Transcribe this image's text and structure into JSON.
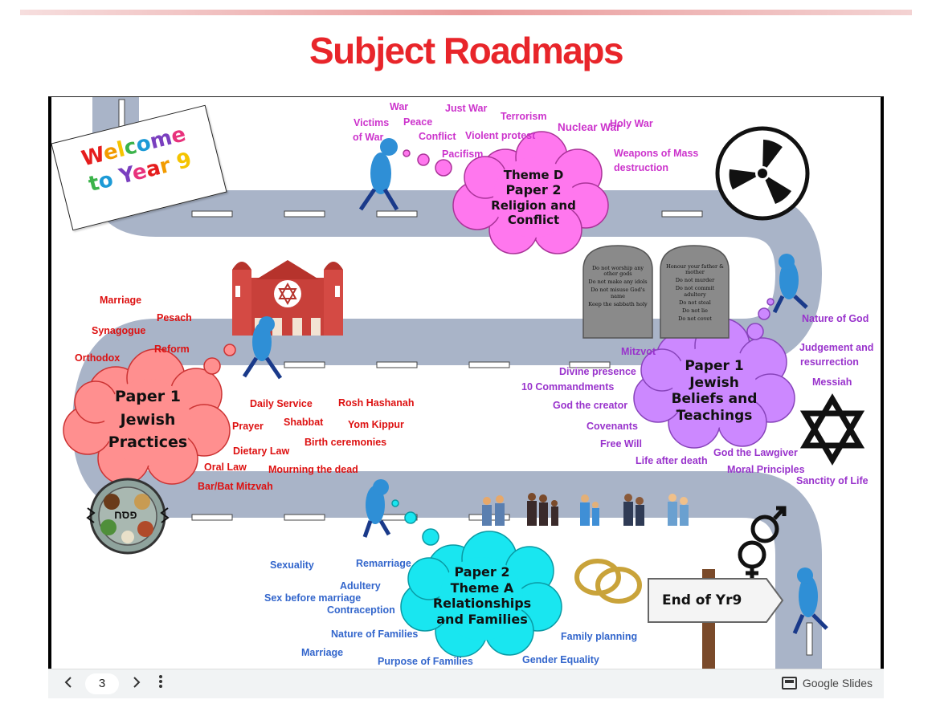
{
  "page": {
    "title": "Subject Roadmaps"
  },
  "welcome_sign": {
    "line1": "Welcome",
    "line2": "to Year 9"
  },
  "clouds": {
    "theme_d": [
      "Theme D",
      "Paper 2",
      "Religion and",
      "Conflict"
    ],
    "beliefs": [
      "Paper 1",
      "Jewish",
      "Beliefs and",
      "Teachings"
    ],
    "practices": [
      "Paper 1",
      "Jewish",
      "Practices"
    ],
    "theme_a": [
      "Paper 2",
      "Theme A",
      "Relationships",
      "and Families"
    ]
  },
  "end_sign": {
    "label": "End of Yr9"
  },
  "commandments": {
    "left": [
      "Do not worship any other gods",
      "Do not make any idols",
      "Do not misuse God's name",
      "Keep the sabbath holy"
    ],
    "right": [
      "Honour your father & mother",
      "Do not murder",
      "Do not commit adultery",
      "Do not steal",
      "Do not lie",
      "Do not covet"
    ]
  },
  "passover_plate_text": "פסח",
  "conflict_terms": {
    "war": "War",
    "just_war": "Just War",
    "victims": "Victims",
    "victims2": "of War",
    "peace": "Peace",
    "terrorism": "Terrorism",
    "conflict": "Conflict",
    "violent_protest": "Violent protest",
    "nuclear_war": "Nuclear War",
    "holy_war": "Holy War",
    "pacifism": "Pacifism",
    "wmd1": "Weapons of Mass",
    "wmd2": "destruction"
  },
  "beliefs_terms": {
    "nature_of_god": "Nature of God",
    "judgement1": "Judgement and",
    "judgement2": "resurrection",
    "messiah": "Messiah",
    "mitzvot": "Mitzvot",
    "divine_presence": "Divine presence",
    "ten_commandments": "10 Commandments",
    "god_creator": "God the creator",
    "covenants": "Covenants",
    "free_will": "Free Will",
    "life_after_death": "Life after death",
    "god_lawgiver": "God the Lawgiver",
    "moral_principles": "Moral Principles",
    "sanctity_of_life": "Sanctity of Life"
  },
  "practices_terms": {
    "marriage": "Marriage",
    "pesach": "Pesach",
    "synagogue": "Synagogue",
    "orthodox": "Orthodox",
    "reform": "Reform",
    "daily_service": "Daily Service",
    "rosh_hashanah": "Rosh Hashanah",
    "prayer": "Prayer",
    "shabbat": "Shabbat",
    "yom_kippur": "Yom Kippur",
    "birth_ceremonies": "Birth ceremonies",
    "dietary_law": "Dietary Law",
    "oral_law": "Oral Law",
    "mourning": "Mourning the dead",
    "bar_bat": "Bar/Bat Mitzvah"
  },
  "families_terms": {
    "sexuality": "Sexuality",
    "remarriage": "Remarriage",
    "adultery": "Adultery",
    "sex_before_marriage": "Sex before marriage",
    "contraception": "Contraception",
    "nature_of_families": "Nature of Families",
    "marriage": "Marriage",
    "purpose_of_families": "Purpose of Families",
    "family_planning": "Family planning",
    "gender_equality": "Gender Equality"
  },
  "colors": {
    "title": "#e8252a",
    "road": "#a9b4c8",
    "theme_d_cloud": "#ff77ee",
    "beliefs_cloud": "#cc88ff",
    "practices_cloud": "#ff8f8f",
    "theme_a_cloud": "#19e6f0"
  },
  "viewer": {
    "prev_icon": "chevron-left-icon",
    "page": "3",
    "next_icon": "chevron-right-icon",
    "menu_icon": "more-vert-icon",
    "brand": "Google Slides"
  }
}
